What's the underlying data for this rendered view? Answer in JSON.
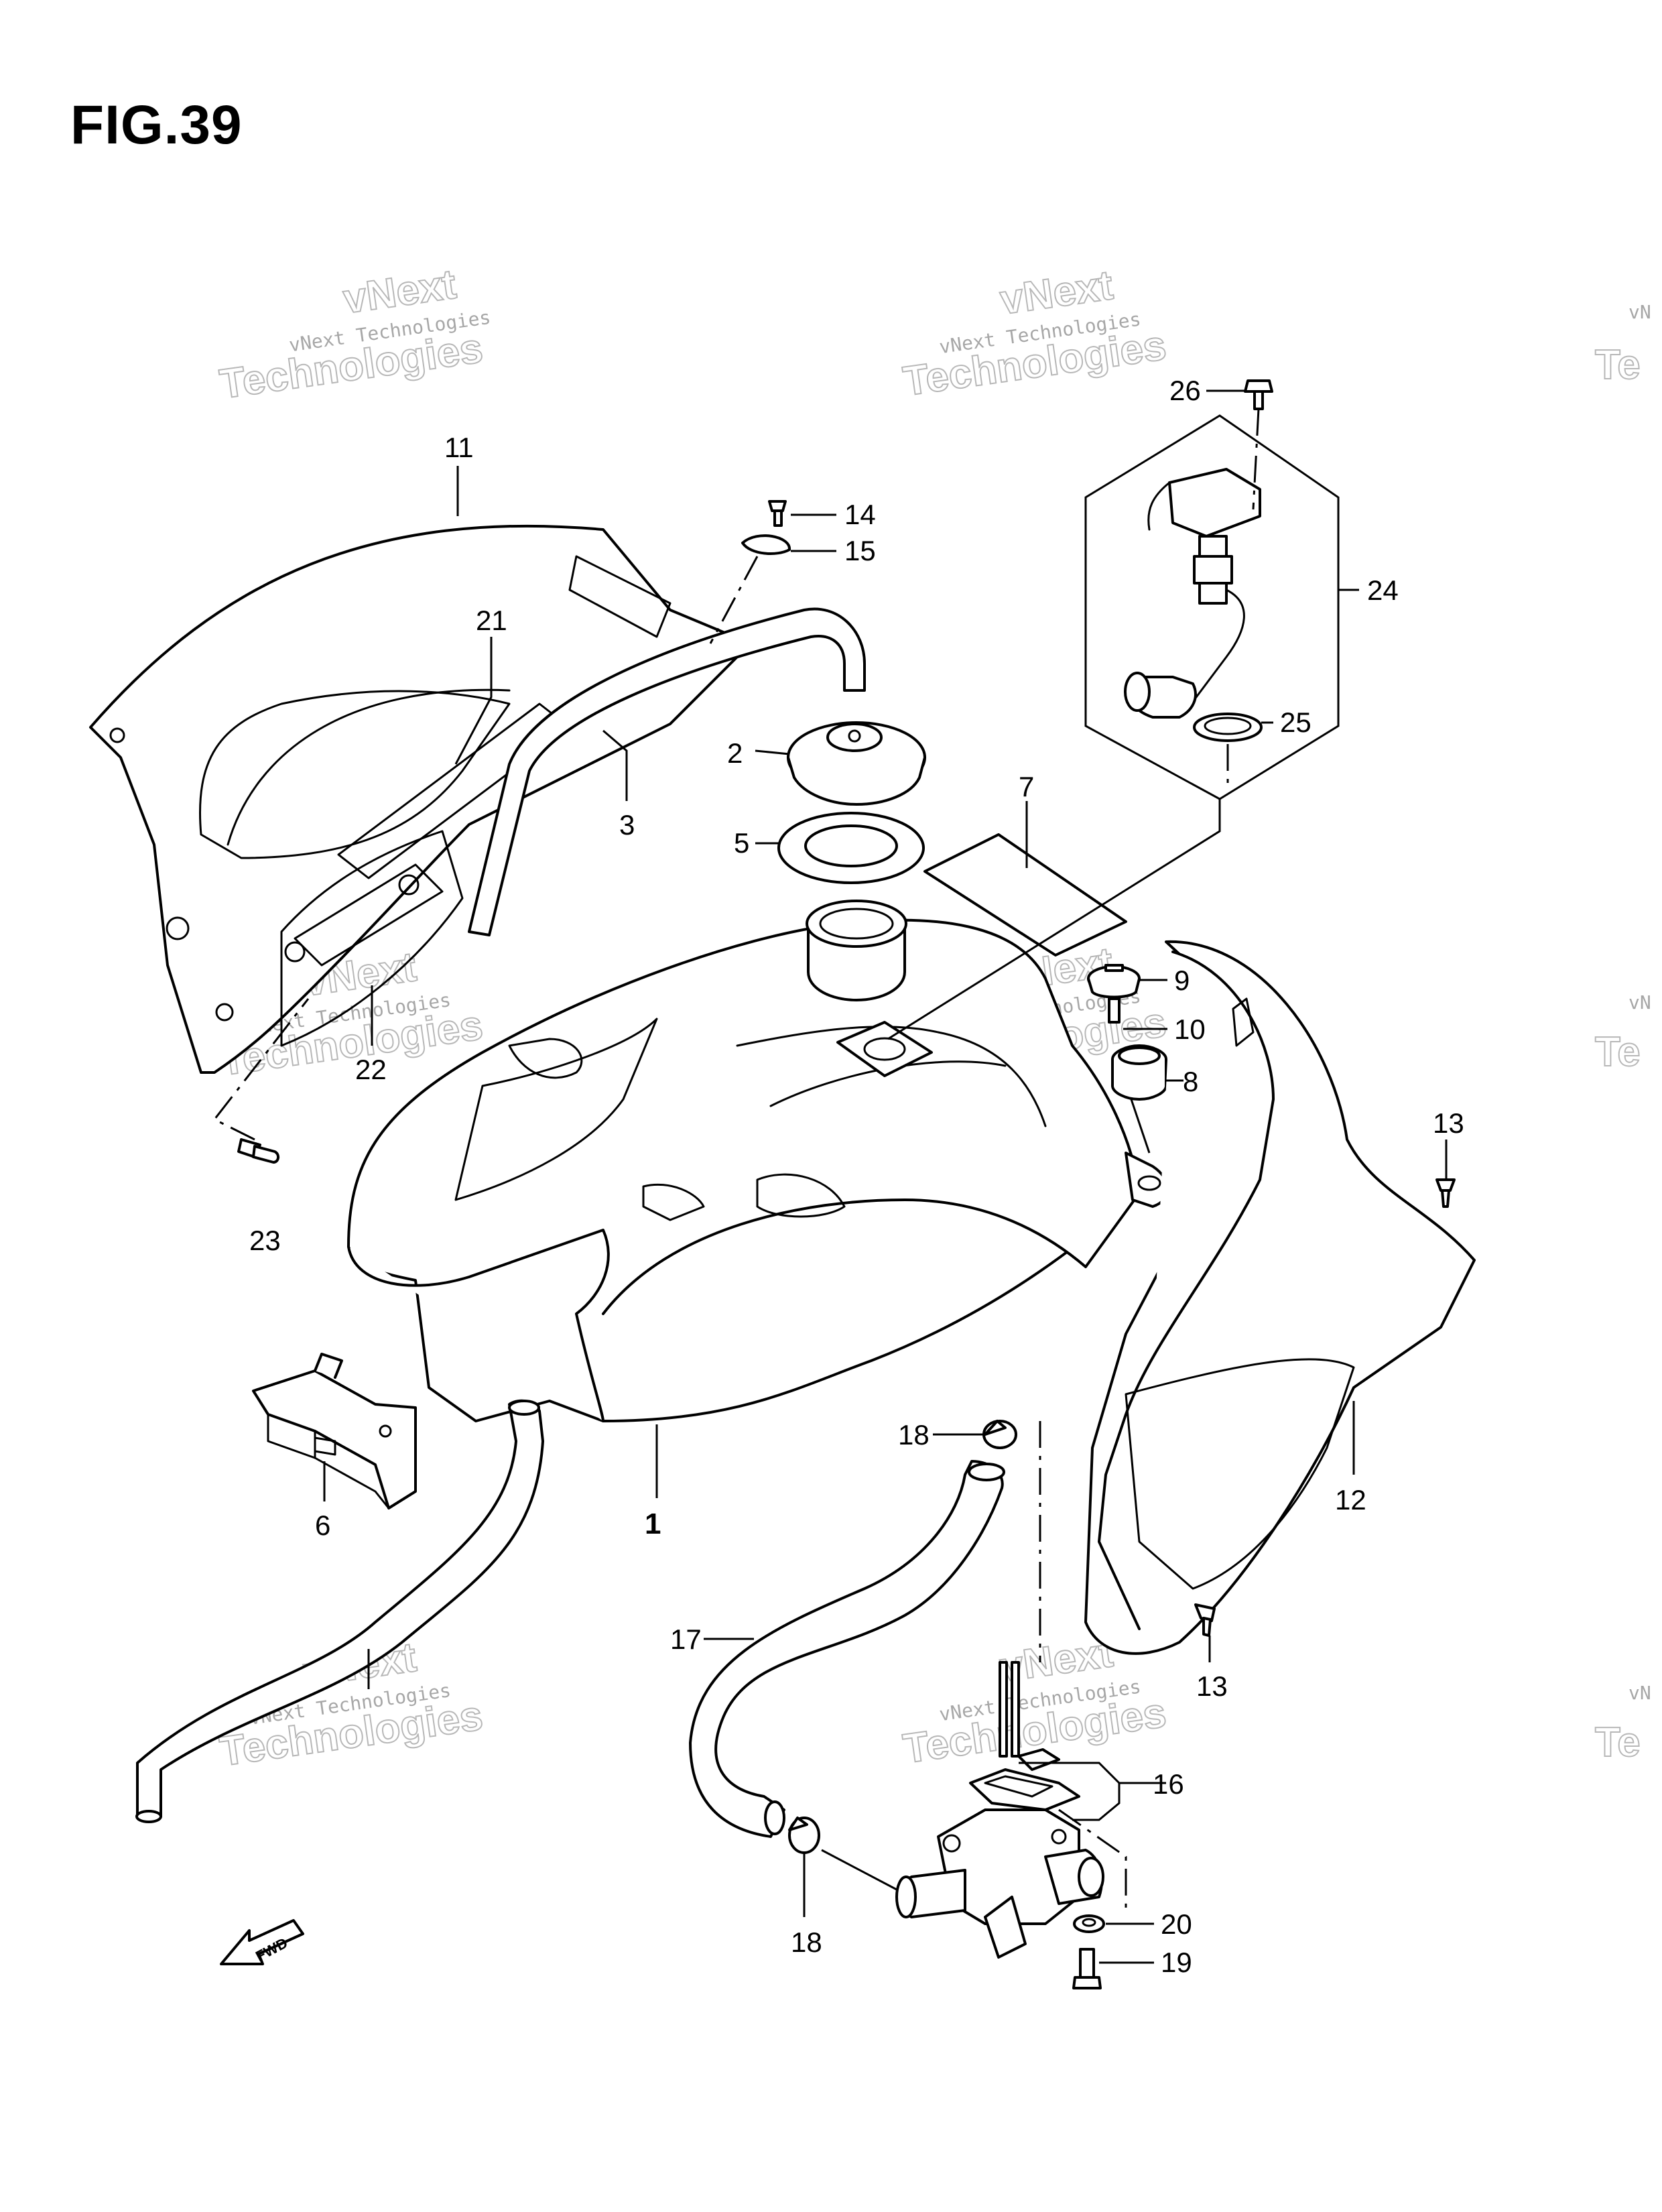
{
  "figure": {
    "title": "FIG.39"
  },
  "watermark": {
    "line1": "vNext Technologies",
    "line2": "vNext",
    "line3": "Technologies"
  },
  "callouts": {
    "p1": "1",
    "p2": "2",
    "p3": "3",
    "p5": "5",
    "p6": "6",
    "p7": "7",
    "p8": "8",
    "p9": "9",
    "p10": "10",
    "p11": "11",
    "p12": "12",
    "p13a": "13",
    "p13b": "13",
    "p14": "14",
    "p15": "15",
    "p16": "16",
    "p17": "17",
    "p18a": "18",
    "p18b": "18",
    "p19": "19",
    "p20": "20",
    "p21": "21",
    "p22": "22",
    "p23": "23",
    "p24": "24",
    "p25": "25",
    "p26": "26"
  },
  "fwd_marker": {
    "label": "FWD"
  }
}
